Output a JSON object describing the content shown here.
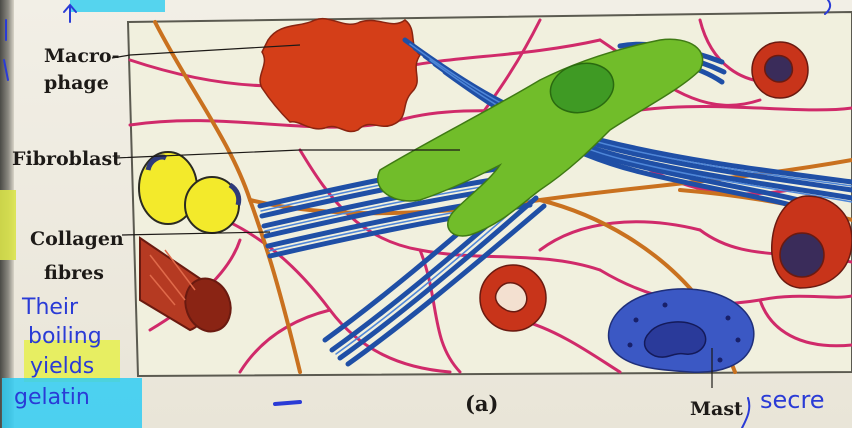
{
  "labels": {
    "macrophage_1": "Macro-",
    "macrophage_2": "phage",
    "fibroblast": "Fibroblast",
    "collagen_1": "Collagen",
    "collagen_2": "fibres",
    "caption": "(a)",
    "mast": "Mast"
  },
  "notes": {
    "line1": "Their",
    "line2": "boiling",
    "line3": "yields",
    "line4": "gelatin",
    "right": "secre"
  },
  "colors": {
    "background": "#f1f0de",
    "fiber_pink": "#d02a6a",
    "fiber_orange": "#c9711f",
    "collagen_blue": "#1f4fa6",
    "fibroblast_green": "#71bd2a",
    "macrophage_red": "#d43e18",
    "adipocyte_yellow": "#f3ea2b",
    "mast_cell_blue": "#3b58c4",
    "highlighter_cyan": "#2ed0f2",
    "highlighter_yellow": "#e7ee47",
    "pen_blue": "#2a3bd6"
  }
}
